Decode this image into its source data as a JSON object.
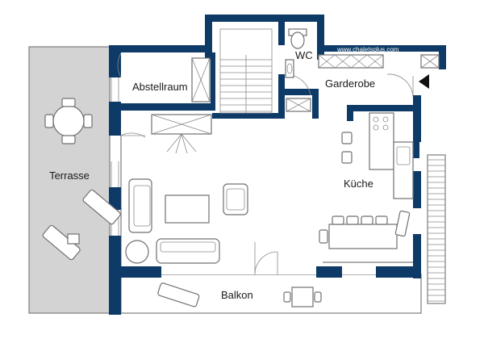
{
  "plan": {
    "watermark": "www.chaletsplus.com",
    "colors": {
      "wall": "#0d3a66",
      "terrace_floor": "#d3d3d3",
      "background": "#ffffff"
    },
    "rooms": {
      "terrasse": "Terrasse",
      "abstellraum": "Abstellraum",
      "wc": "WC",
      "garderobe": "Garderobe",
      "kueche": "Küche",
      "balkon": "Balkon"
    },
    "entrance_marker": "entrance-arrow-icon"
  }
}
